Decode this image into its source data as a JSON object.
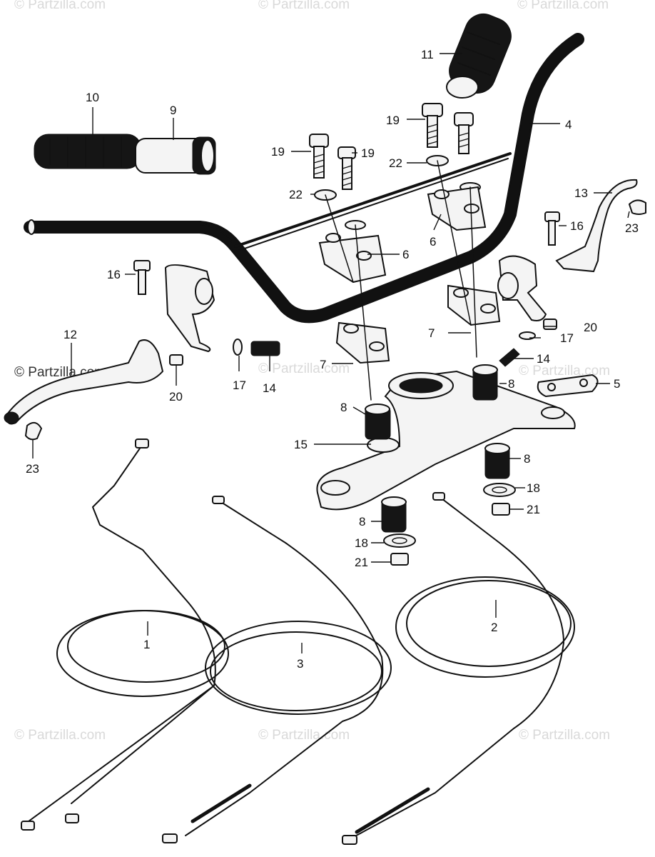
{
  "watermark": {
    "text": "© Partzilla.com",
    "corner_text": "© Partzilla.com"
  },
  "callouts": [
    {
      "id": "c1",
      "label": "1"
    },
    {
      "id": "c2",
      "label": "2"
    },
    {
      "id": "c3",
      "label": "3"
    },
    {
      "id": "c4",
      "label": "4"
    },
    {
      "id": "c5",
      "label": "5"
    },
    {
      "id": "c6a",
      "label": "6"
    },
    {
      "id": "c6b",
      "label": "6"
    },
    {
      "id": "c7a",
      "label": "7"
    },
    {
      "id": "c7b",
      "label": "7"
    },
    {
      "id": "c8a",
      "label": "8"
    },
    {
      "id": "c8b",
      "label": "8"
    },
    {
      "id": "c8c",
      "label": "8"
    },
    {
      "id": "c8d",
      "label": "8"
    },
    {
      "id": "c9",
      "label": "9"
    },
    {
      "id": "c10",
      "label": "10"
    },
    {
      "id": "c11",
      "label": "11"
    },
    {
      "id": "c12",
      "label": "12"
    },
    {
      "id": "c13",
      "label": "13"
    },
    {
      "id": "c14a",
      "label": "14"
    },
    {
      "id": "c14b",
      "label": "14"
    },
    {
      "id": "c15",
      "label": "15"
    },
    {
      "id": "c16a",
      "label": "16"
    },
    {
      "id": "c16b",
      "label": "16"
    },
    {
      "id": "c17a",
      "label": "17"
    },
    {
      "id": "c17b",
      "label": "17"
    },
    {
      "id": "c18a",
      "label": "18"
    },
    {
      "id": "c18b",
      "label": "18"
    },
    {
      "id": "c19a",
      "label": "19"
    },
    {
      "id": "c19b",
      "label": "19"
    },
    {
      "id": "c19c",
      "label": "19"
    },
    {
      "id": "c20a",
      "label": "20"
    },
    {
      "id": "c20b",
      "label": "20"
    },
    {
      "id": "c21a",
      "label": "21"
    },
    {
      "id": "c21b",
      "label": "21"
    },
    {
      "id": "c22a",
      "label": "22"
    },
    {
      "id": "c22b",
      "label": "22"
    },
    {
      "id": "c23a",
      "label": "23"
    },
    {
      "id": "c23b",
      "label": "23"
    }
  ]
}
